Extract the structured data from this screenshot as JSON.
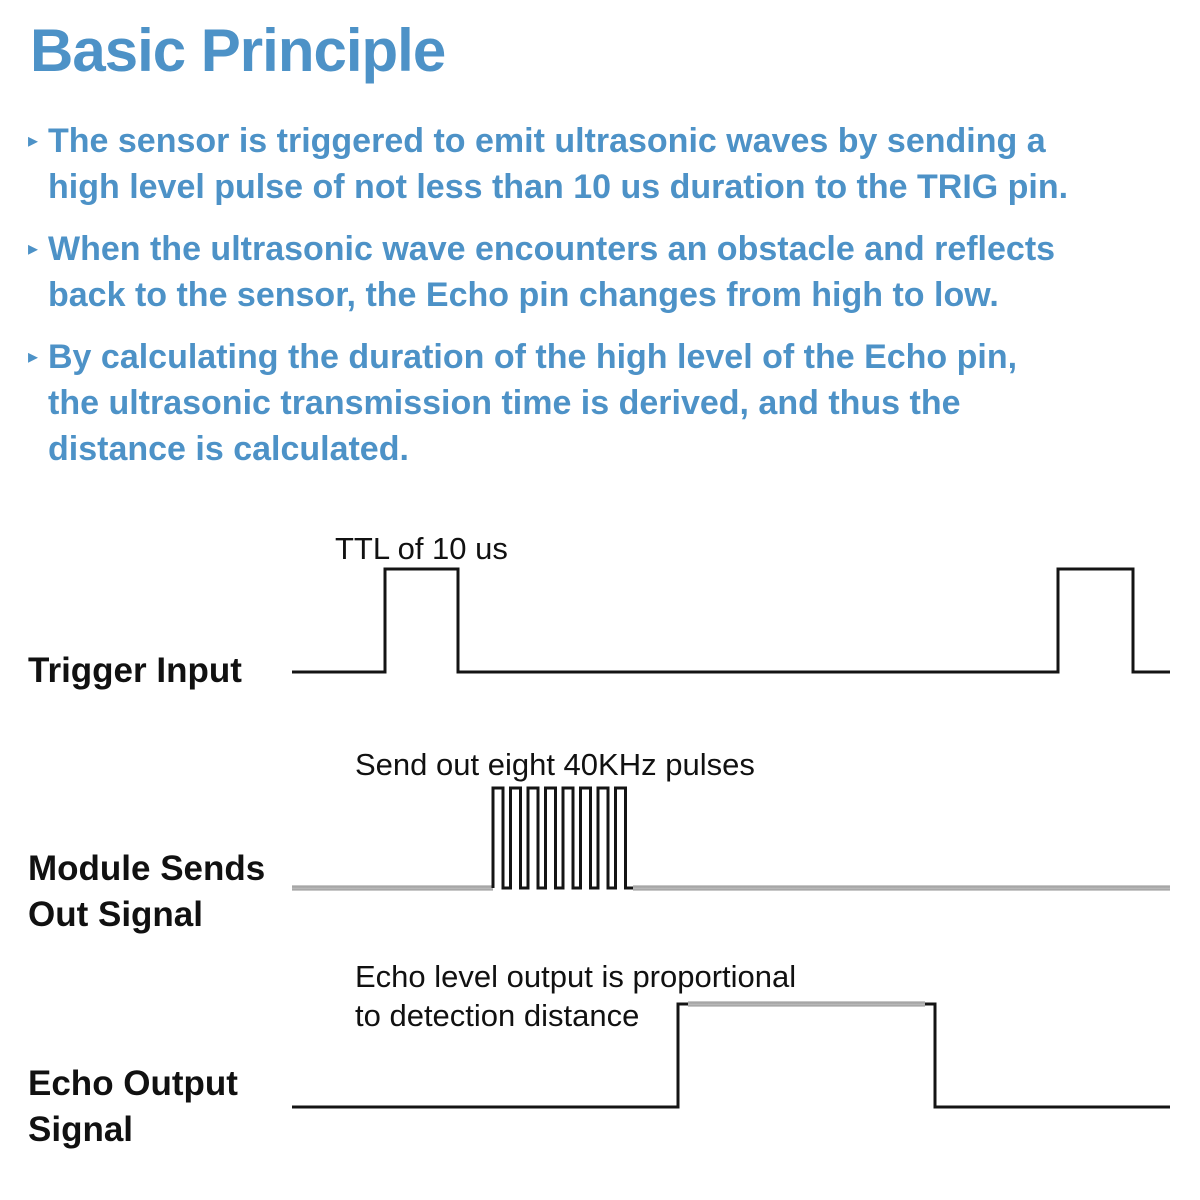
{
  "colors": {
    "accent_blue": "#4d92c7",
    "line_black": "#141414",
    "gray_line": "#b0b0b0"
  },
  "header": {
    "title": "Basic Principle"
  },
  "bullet_glyph": "▸",
  "bullets": [
    {
      "lines": [
        "The sensor is triggered to emit ultrasonic waves by sending a",
        "high level pulse of not less than 10 us duration to the TRIG pin."
      ]
    },
    {
      "lines": [
        "When the ultrasonic wave encounters an obstacle and reflects",
        "back to the sensor, the Echo pin changes from high to low."
      ]
    },
    {
      "lines": [
        "By calculating the duration of the high level of the Echo pin,",
        "the ultrasonic transmission time is derived, and thus the",
        "distance is calculated."
      ]
    }
  ],
  "diagram": {
    "trigger": {
      "annotation": "TTL of 10 us",
      "label": "Trigger Input"
    },
    "module": {
      "annotation": "Send out eight 40KHz pulses",
      "label_lines": [
        "Module Sends",
        "Out Signal"
      ],
      "pulse_count": 8
    },
    "echo": {
      "annotation_lines": [
        "Echo level output is proportional",
        "to detection distance"
      ],
      "label_lines": [
        "Echo Output",
        "Signal"
      ]
    }
  }
}
